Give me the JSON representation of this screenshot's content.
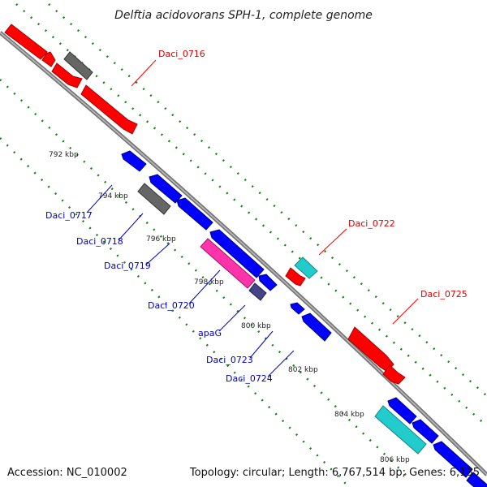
{
  "title": "Delftia acidovorans SPH-1, complete genome",
  "footer": {
    "accession": "Accession: NC_010002",
    "topology": "Topology: circular; Length: 6,767,514 bp; Genes: 6,135"
  },
  "colors": {
    "forward": "#ff0000",
    "reverse": "#0000ff",
    "gray": "#666666",
    "cyan": "#22cccc",
    "magenta": "#ff33aa",
    "navy": "#444488",
    "dotted_guides": "#118811",
    "backbone": "#888888"
  },
  "ticks": [
    {
      "label": "792 kbp"
    },
    {
      "label": "794 kbp"
    },
    {
      "label": "796 kbp"
    },
    {
      "label": "798 kbp"
    },
    {
      "label": "800 kbp"
    },
    {
      "label": "802 kbp"
    },
    {
      "label": "804 kbp"
    },
    {
      "label": "806 kbp"
    }
  ],
  "gene_labels": [
    {
      "name": "Daci_0716",
      "strand": "forward"
    },
    {
      "name": "Daci_0717",
      "strand": "reverse"
    },
    {
      "name": "Daci_0718",
      "strand": "reverse"
    },
    {
      "name": "Daci_0719",
      "strand": "reverse"
    },
    {
      "name": "Daci_0720",
      "strand": "reverse"
    },
    {
      "name": "apaG",
      "strand": "reverse"
    },
    {
      "name": "Daci_0722",
      "strand": "forward"
    },
    {
      "name": "Daci_0723",
      "strand": "reverse"
    },
    {
      "name": "Daci_0724",
      "strand": "reverse"
    },
    {
      "name": "Daci_0725",
      "strand": "forward"
    }
  ]
}
